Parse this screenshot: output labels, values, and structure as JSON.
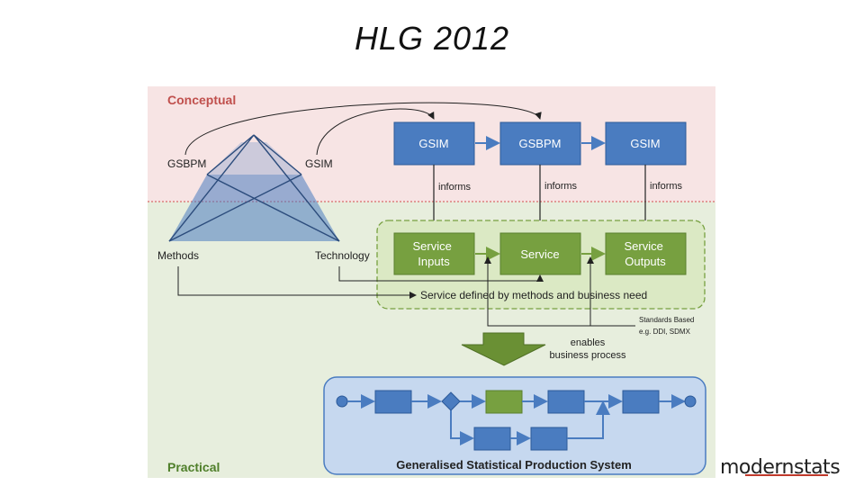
{
  "slide": {
    "title": "HLG 2012"
  },
  "diagram": {
    "layer_conceptual": "Conceptual",
    "layer_practical": "Practical",
    "pyramid": {
      "top_left": "GSBPM",
      "top_right": "GSIM",
      "bottom_left": "Methods",
      "bottom_right": "Technology"
    },
    "top_boxes": [
      "GSIM",
      "GSBPM",
      "GSIM"
    ],
    "informs": [
      "informs",
      "informs",
      "informs"
    ],
    "service_boxes": [
      "Service\nInputs",
      "Service",
      "Service\nOutputs"
    ],
    "service_defined": "Service defined by methods and business need",
    "standards_line1": "Standards Based",
    "standards_line2": "e.g. DDI, SDMX",
    "enables_line1": "enables",
    "enables_line2": "business process",
    "gsps_label": "Generalised Statistical Production System",
    "colors": {
      "conceptual_bg": "#f7e4e4",
      "practical_bg": "#e7eedd",
      "blue_box": "#4a7cc0",
      "green_box": "#77a040",
      "service_container": "#dbe9c4",
      "gsps_container": "#c6d8ef",
      "red_text": "#c0504d",
      "green_text": "#4f7f2a"
    }
  },
  "logo": {
    "text": "modernstats"
  }
}
